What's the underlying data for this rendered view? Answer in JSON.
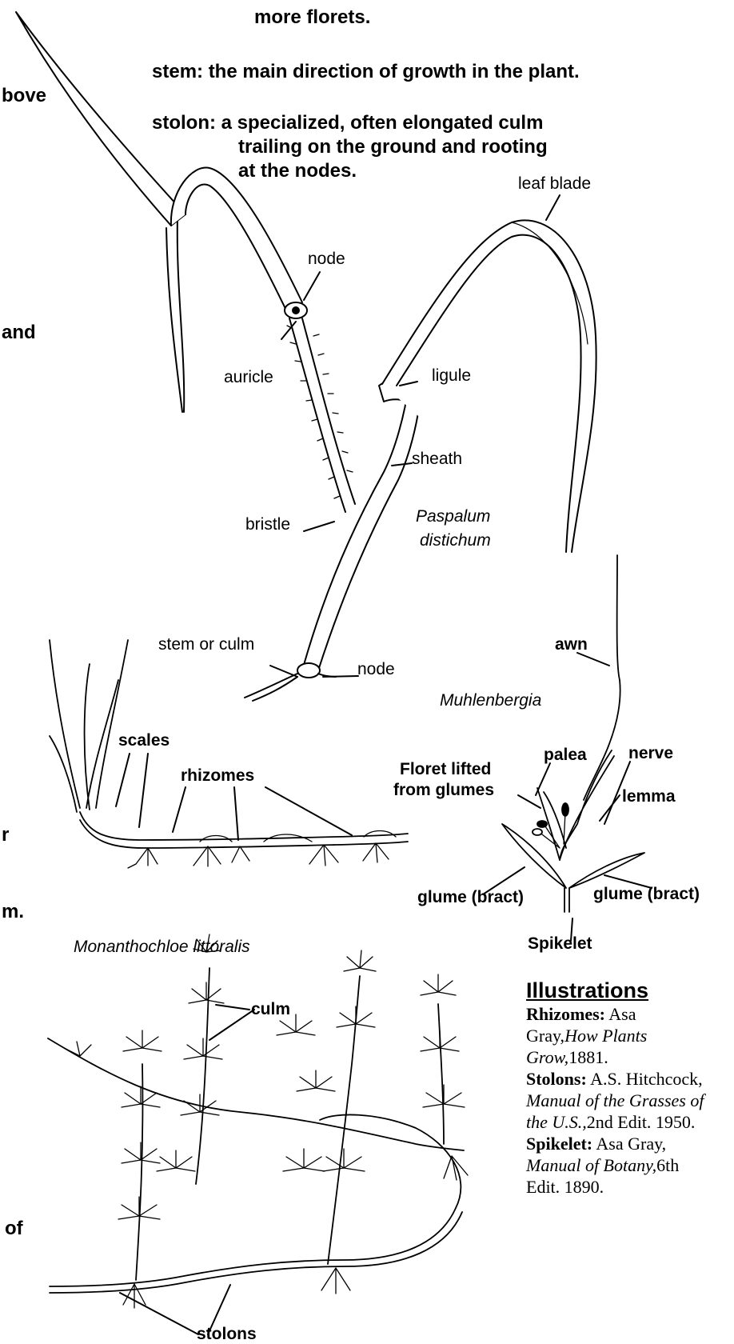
{
  "definitions": {
    "top_fragment": "more florets.",
    "stem": "stem: the main direction of growth in the plant.",
    "stolon_line1": "stolon: a specialized, often elongated culm",
    "stolon_line2": "trailing on the ground and rooting",
    "stolon_line3": "at the nodes."
  },
  "left_edge_fragments": [
    "bove",
    "and",
    "r",
    "m.",
    "of"
  ],
  "species": {
    "paspalum_line1": "Paspalum",
    "paspalum_line2": "distichum",
    "muhlenbergia": "Muhlenbergia",
    "monanthochloe": "Monanthochloe littoralis"
  },
  "labels": {
    "leaf_blade": "leaf blade",
    "node_top": "node",
    "auricle": "auricle",
    "ligule": "ligule",
    "sheath": "sheath",
    "bristle": "bristle",
    "stem_or_culm": "stem or culm",
    "node_bottom": "node",
    "scales": "scales",
    "rhizomes": "rhizomes",
    "awn": "awn",
    "palea": "palea",
    "nerve": "nerve",
    "floret_line1": "Floret lifted",
    "floret_line2": "from glumes",
    "lemma": "lemma",
    "glume_left": "glume (bract)",
    "glume_right": "glume (bract)",
    "spikelet": "Spikelet",
    "culm": "culm",
    "stolons": "stolons"
  },
  "credits": {
    "title": "Illustrations",
    "rhizomes_label": "Rhizomes:",
    "rhizomes_author": "Asa Gray,",
    "rhizomes_work": "How Plants Grow,",
    "rhizomes_year": "1881.",
    "stolons_label": "Stolons:",
    "stolons_author": "A.S. Hitchcock,",
    "stolons_work": "Manual of the Grasses of the U.S.,",
    "stolons_edition": "2nd Edit. 1950.",
    "spikelet_label": "Spikelet:",
    "spikelet_author": "Asa Gray,",
    "spikelet_work": "Manual of Botany,",
    "spikelet_edition": "6th Edit. 1890."
  }
}
